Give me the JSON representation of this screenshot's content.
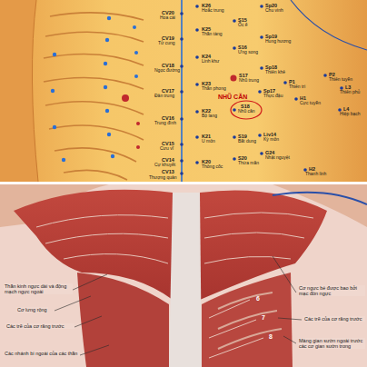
{
  "diagram": {
    "labels": [
      "K26",
      "Hoắc trung",
      "CV20",
      "Hoa cái",
      "S15",
      "Ốc ế",
      "Sp20",
      "Chu vinh",
      "K25",
      "Thần tàng",
      "CV19",
      "Tử cung",
      "S16",
      "Ưng song",
      "Sp19",
      "Hung hương",
      "K24",
      "Linh khư",
      "CV18",
      "Ngọc đường",
      "Sp18",
      "Thiên khê",
      "S17",
      "Nhũ trung",
      "K23",
      "Thần phong",
      "CV17",
      "Đản trung",
      "P1",
      "Thiên trì",
      "Sp17",
      "Thực đậu",
      "NHŨ CĂN",
      "H1",
      "Cực tuyền",
      "P2",
      "Thiên tuyền",
      "K22",
      "Bộ lang",
      "S18",
      "Nhũ căn",
      "CV16",
      "Trung đình",
      "L4",
      "Hiệp bạch",
      "L3",
      "Thiên phủ",
      "CV15",
      "Cưu vĩ",
      "K21",
      "U môn",
      "S19",
      "Bất dung",
      "Liv14",
      "Kỳ môn",
      "CV14",
      "Cự khuyết",
      "K20",
      "Thông cốc",
      "S20",
      "Thừa mãn",
      "G24",
      "Nhật nguyệt",
      "CV13",
      "Thượng quản",
      "H2",
      "Thanh linh",
      "Thần kinh ngực dài và động mạch ngực ngoài",
      "Cơ lưng rộng",
      "Các trẽ của cơ răng trước",
      "Các nhánh bì ngoài của các thần",
      "Cơ ngực bé được bao bởi mạc đòn ngực",
      "Các trẽ của cơ răng trước",
      "Màng gian sườn ngoài trước các cơ gian sườn trong",
      "6",
      "7",
      "8"
    ]
  }
}
